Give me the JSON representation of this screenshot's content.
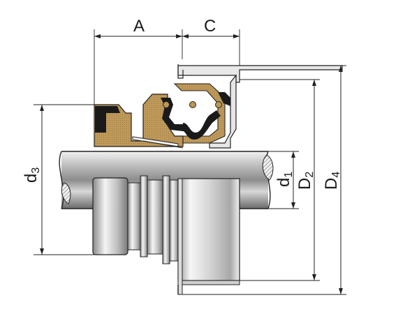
{
  "labels": {
    "A": "A",
    "C": "C",
    "d1_main": "d",
    "d1_sub": "1",
    "d3_main": "d",
    "d3_sub": "3",
    "D2_main": "D",
    "D2_sub": "2",
    "D4_main": "D",
    "D4_sub": "4"
  },
  "colors": {
    "bronze": "#c09a5b",
    "bronze_dark": "#8a6a35",
    "rubber": "#1a1a1a",
    "steel_light": "#e6e6e6",
    "steel_dark": "#6b6b6b",
    "line": "#222222"
  },
  "icons": {
    "arrowhead": "arrowhead-icon",
    "shaft_break": "shaft-break-icon"
  }
}
